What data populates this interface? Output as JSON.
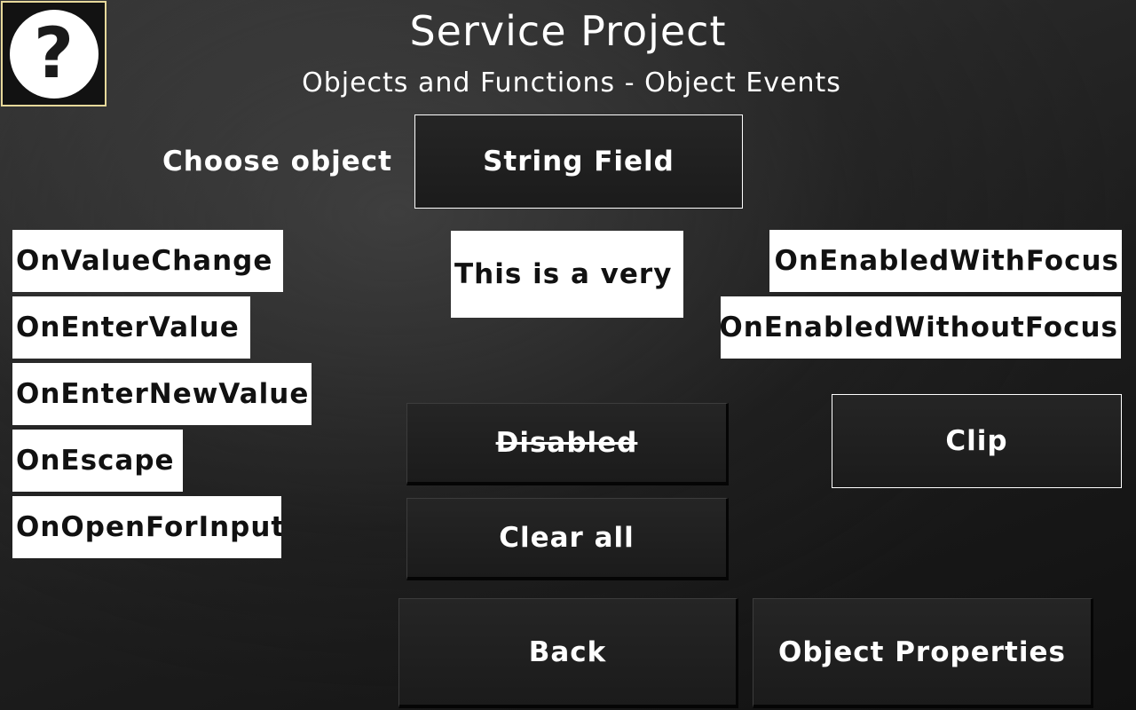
{
  "header": {
    "help_glyph": "?",
    "title": "Service Project",
    "subtitle": "Objects and Functions - Object Events"
  },
  "chooser": {
    "label": "Choose object",
    "selected": "String Field"
  },
  "left_events": [
    "OnValueChange",
    "OnEnterValue",
    "OnEnterNewValue",
    "OnEscape",
    "OnOpenForInput"
  ],
  "string_field": {
    "value": "This is a very lo"
  },
  "right_events": [
    "OnEnabledWithFocus",
    "OnEnabledWithoutFocus"
  ],
  "buttons": {
    "disabled": "Disabled",
    "clip": "Clip",
    "clear_all": "Clear all",
    "back": "Back",
    "object_properties": "Object Properties"
  },
  "colors": {
    "help_border": "#e6d89a",
    "event_bg": "#ffffff",
    "text_light": "#ffffff",
    "text_dark": "#111111"
  },
  "icons": {
    "help": "question-mark-icon"
  }
}
